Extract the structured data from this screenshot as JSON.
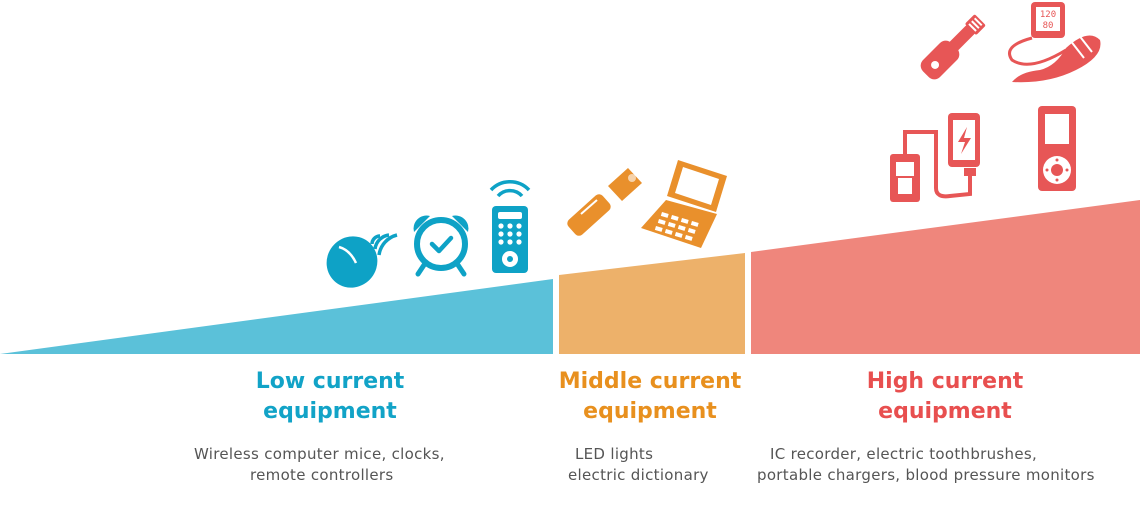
{
  "colors": {
    "low": "#5bc1d9",
    "low_text": "#12a3c7",
    "middle": "#edb16a",
    "middle_text": "#e8901e",
    "high": "#ef867c",
    "high_text": "#e84f4f",
    "icon_low": "#0ea2c6",
    "icon_middle": "#e9902c",
    "icon_high": "#e75656"
  },
  "categories": [
    {
      "key": "low",
      "title_line1": "Low current",
      "title_line2": "equipment",
      "desc_line1": "Wireless computer mice, clocks,",
      "desc_line2": "remote controllers",
      "icons": [
        "wireless-mouse-icon",
        "alarm-clock-icon",
        "remote-control-icon"
      ]
    },
    {
      "key": "middle",
      "title_line1": "Middle current",
      "title_line2": "equipment",
      "desc_line1": "LED lights",
      "desc_line2": "electric dictionary",
      "icons": [
        "flashlight-icon",
        "electronic-dictionary-icon"
      ]
    },
    {
      "key": "high",
      "title_line1": "High current",
      "title_line2": "equipment",
      "desc_line1": "IC recorder, electric toothbrushes,",
      "desc_line2": "portable chargers, blood pressure monitors",
      "icons": [
        "electric-toothbrush-icon",
        "blood-pressure-monitor-icon",
        "portable-charger-icon",
        "ic-recorder-icon"
      ]
    }
  ],
  "bp_display": {
    "top": "120",
    "bottom": "80"
  }
}
